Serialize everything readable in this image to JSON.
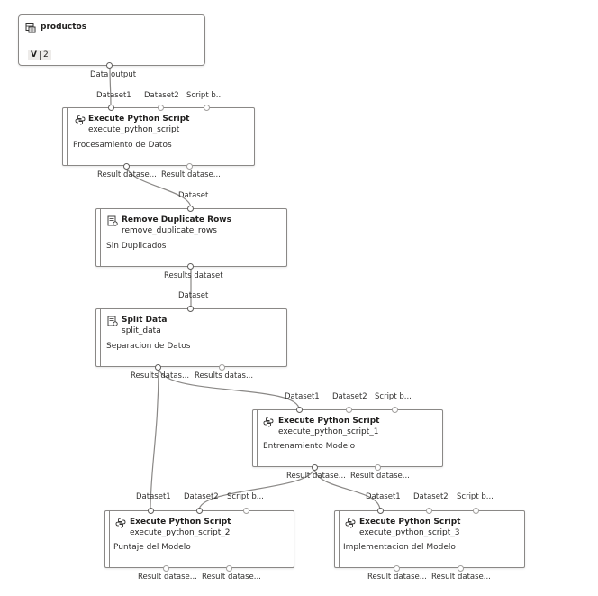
{
  "dataset": {
    "title": "productos",
    "version_prefix": "V",
    "version": "2",
    "output_label": "Data output"
  },
  "nodes": {
    "exec1": {
      "title": "Execute Python Script",
      "subtitle": "execute_python_script",
      "description": "Procesamiento de Datos",
      "in1": "Dataset1",
      "in2": "Dataset2",
      "in3": "Script b...",
      "out1": "Result datase...",
      "out2": "Result datase..."
    },
    "dedup": {
      "title": "Remove Duplicate Rows",
      "subtitle": "remove_duplicate_rows",
      "description": "Sin Duplicados",
      "in1": "Dataset",
      "out1": "Results dataset"
    },
    "split": {
      "title": "Split Data",
      "subtitle": "split_data",
      "description": "Separacion de Datos",
      "in1": "Dataset",
      "out1": "Results datas...",
      "out2": "Results datas..."
    },
    "exec_train": {
      "title": "Execute Python Script",
      "subtitle": "execute_python_script_1",
      "description": "Entrenamiento Modelo",
      "in1": "Dataset1",
      "in2": "Dataset2",
      "in3": "Script b...",
      "out1": "Result datase...",
      "out2": "Result datase..."
    },
    "exec_score": {
      "title": "Execute Python Script",
      "subtitle": "execute_python_script_2",
      "description": "Puntaje del Modelo",
      "in1": "Dataset1",
      "in2": "Dataset2",
      "in3": "Script b...",
      "out1": "Result datase...",
      "out2": "Result datase..."
    },
    "exec_impl": {
      "title": "Execute Python Script",
      "subtitle": "execute_python_script_3",
      "description": "Implementacion del Modelo",
      "in1": "Dataset1",
      "in2": "Dataset2",
      "in3": "Script b...",
      "out1": "Result datase...",
      "out2": "Result datase..."
    }
  },
  "colors": {
    "wire": "#8a8886",
    "node_border": "#8a8886",
    "text": "#201f1e"
  },
  "icons": {
    "dataset": "dataset-icon",
    "python": "python-script-icon",
    "module": "module-icon"
  }
}
